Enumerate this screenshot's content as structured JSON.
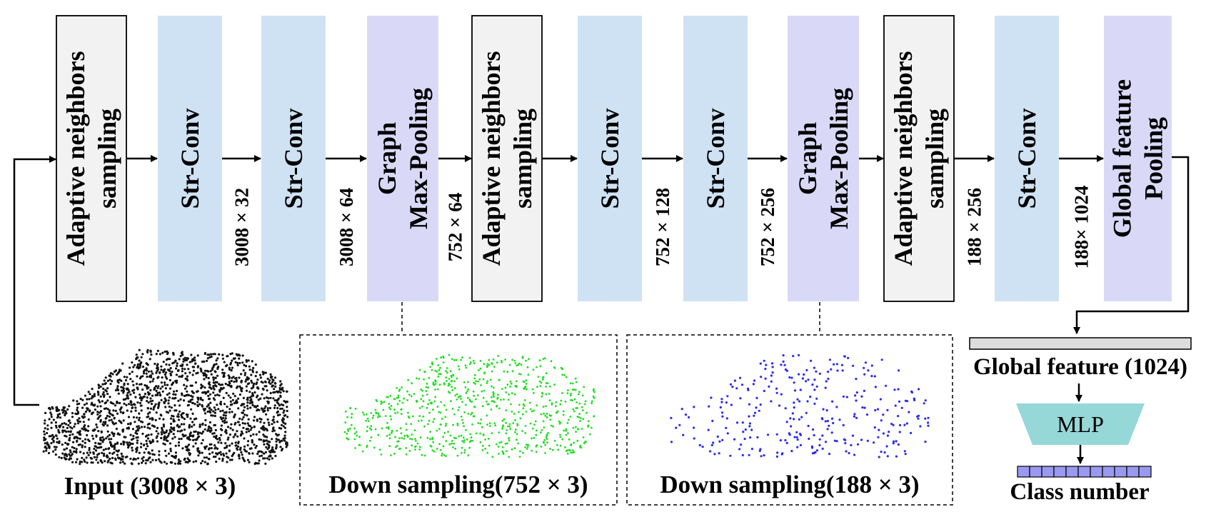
{
  "colors": {
    "sampling_fill": "#f2f2f2",
    "conv_fill": "#cfe2f3",
    "pool_fill": "#d9d9f7",
    "mlp_fill": "#96d7d8",
    "class_fill": "#9999f0",
    "gfeat_fill": "#dcdcdc",
    "input_points": "#111111",
    "down752_points": "#22dd22",
    "down188_points": "#2b2bf0"
  },
  "blocks": [
    {
      "lines": [
        "Adaptive neighbors",
        "sampling"
      ],
      "kind": "sampling"
    },
    {
      "lines": [
        "Str-Conv"
      ],
      "kind": "conv"
    },
    {
      "lines": [
        "Str-Conv"
      ],
      "kind": "conv"
    },
    {
      "lines": [
        "Graph",
        "Max-Pooling"
      ],
      "kind": "pool"
    },
    {
      "lines": [
        "Adaptive neighbors",
        "sampling"
      ],
      "kind": "sampling"
    },
    {
      "lines": [
        "Str-Conv"
      ],
      "kind": "conv"
    },
    {
      "lines": [
        "Str-Conv"
      ],
      "kind": "conv"
    },
    {
      "lines": [
        "Graph",
        "Max-Pooling"
      ],
      "kind": "pool"
    },
    {
      "lines": [
        "Adaptive neighbors",
        "sampling"
      ],
      "kind": "sampling"
    },
    {
      "lines": [
        "Str-Conv"
      ],
      "kind": "conv"
    },
    {
      "lines": [
        "Global feature",
        "Pooling"
      ],
      "kind": "pool"
    }
  ],
  "dims": [
    "3008 × 32",
    "3008 × 64",
    "752 × 64",
    "752 × 128",
    "752 × 256",
    "188 × 256",
    "188× 1024"
  ],
  "captions": {
    "input": "Input (3008 × 3)",
    "down752": "Down sampling(752 × 3)",
    "down188": "Down sampling(188 × 3)"
  },
  "global_feature": "Global feature (1024)",
  "mlp": "MLP",
  "class_number": "Class number"
}
